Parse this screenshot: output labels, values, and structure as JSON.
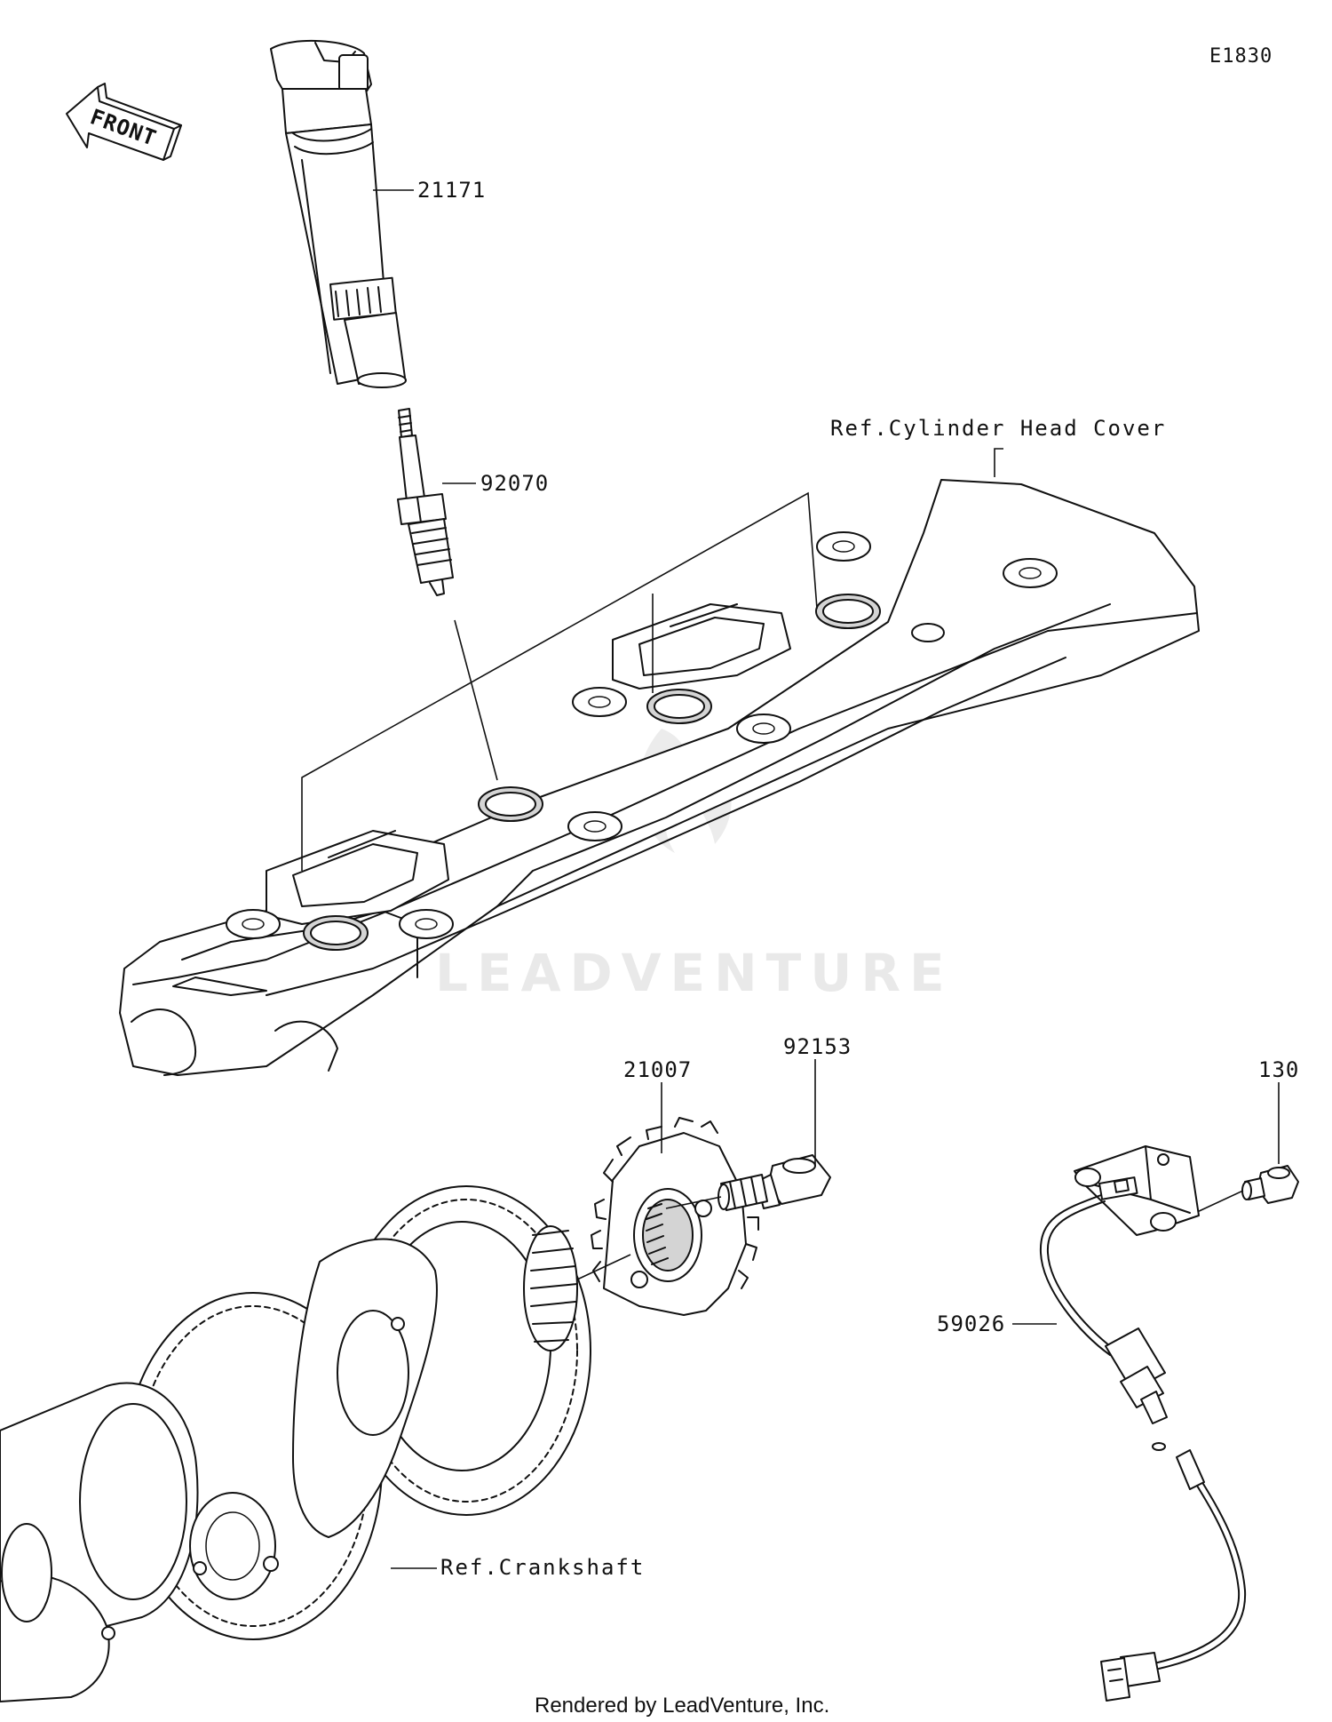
{
  "diagram": {
    "code": "E1830",
    "front_label": "FRONT",
    "watermark": "LEADVENTURE",
    "credit": "Rendered by LeadVenture, Inc.",
    "parts": [
      {
        "id": "21171",
        "label": "21171"
      },
      {
        "id": "92070",
        "label": "92070"
      },
      {
        "id": "21007",
        "label": "21007"
      },
      {
        "id": "92153",
        "label": "92153"
      },
      {
        "id": "130",
        "label": "130"
      },
      {
        "id": "59026",
        "label": "59026"
      }
    ],
    "refs": {
      "cylinder_head_cover": "Ref.Cylinder Head Cover",
      "crankshaft": "Ref.Crankshaft"
    }
  }
}
